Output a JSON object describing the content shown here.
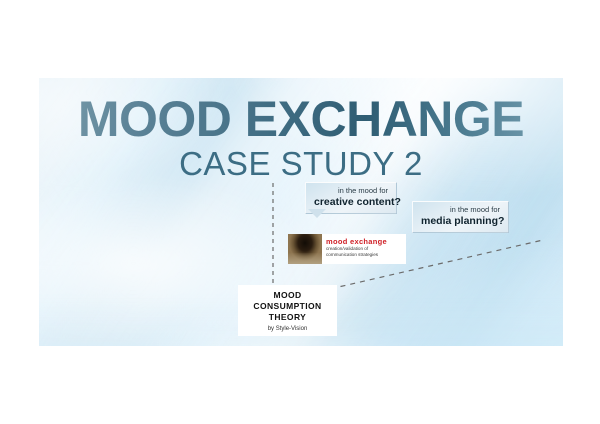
{
  "page": {
    "background_color": "#ffffff"
  },
  "slide": {
    "background_color": "#d9eefa",
    "accent_color": "#3f6c82",
    "logo_red": "#cf2027",
    "title": {
      "main": "MOOD EXCHANGE",
      "sub": "CASE STUDY 2"
    },
    "diagram": {
      "callouts": [
        {
          "id": "creative",
          "line1": "in the mood for",
          "line2": "creative content?",
          "has_tail": true
        },
        {
          "id": "media",
          "line1": "in the mood for",
          "line2": "media planning?",
          "has_tail": false
        }
      ],
      "logo_block": {
        "thumbnail_alt": "mood-exchange-photo",
        "name": "mood exchange",
        "tagline_line1": "creation/validation of",
        "tagline_line2": "communication strategies"
      },
      "theory_box": {
        "line1": "MOOD",
        "line2": "CONSUMPTION",
        "line3": "THEORY",
        "byline": "by Style-Vision"
      },
      "connectors": [
        {
          "id": "vertical-dashed",
          "style": "dashed"
        },
        {
          "id": "diagonal-dashed",
          "style": "dashed"
        }
      ]
    }
  }
}
